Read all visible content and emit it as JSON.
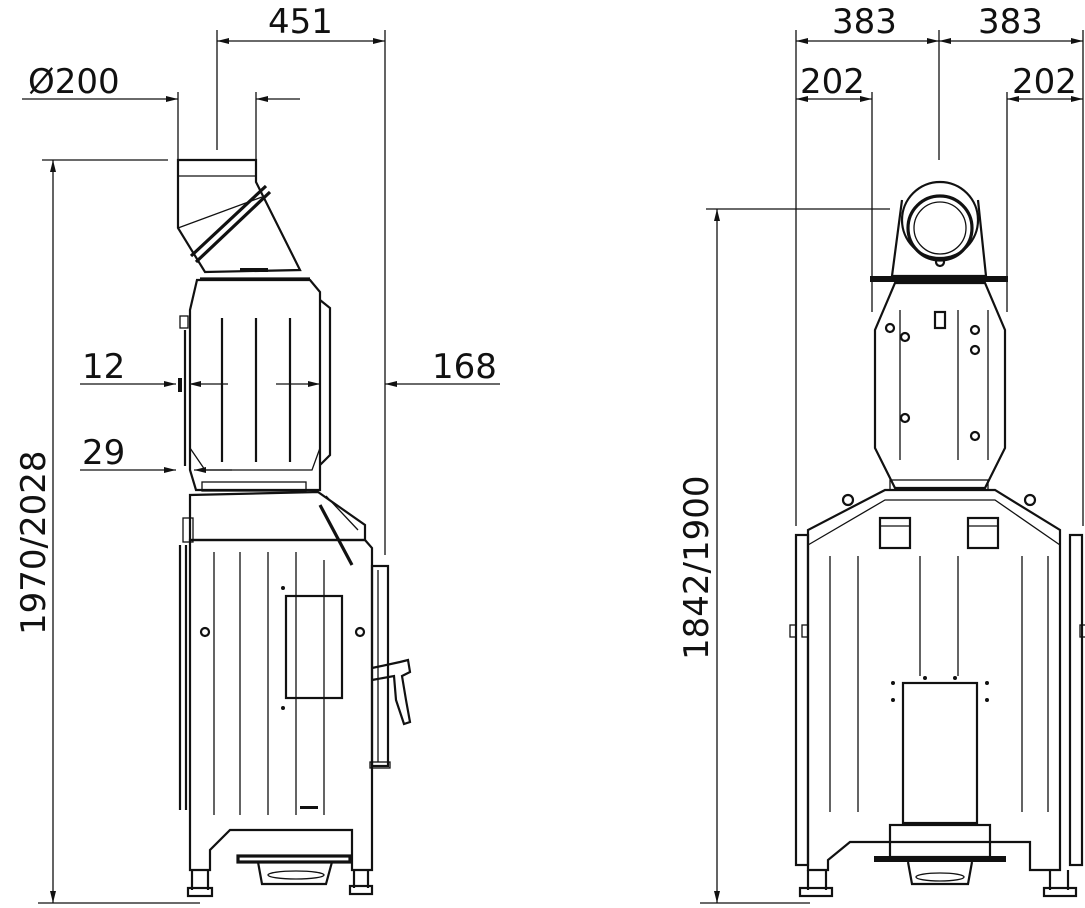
{
  "side_view": {
    "dim_top_width": "451",
    "dim_flue_diameter": "Ø200",
    "dim_left_offset_upper": "12",
    "dim_right_offset": "168",
    "dim_left_offset_lower": "29",
    "dim_total_height": "1970/2028"
  },
  "front_view": {
    "dim_half_width_left": "383",
    "dim_half_width_right": "383",
    "dim_inner_left": "202",
    "dim_inner_right": "202",
    "dim_total_height": "1842/1900"
  }
}
